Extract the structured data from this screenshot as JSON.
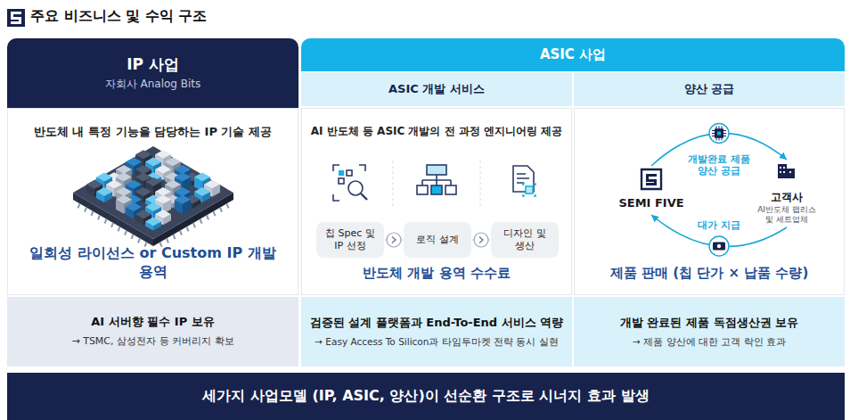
{
  "diagram": {
    "title": "주요 비즈니스 및 수익 구조",
    "nodes": [
      {
        "text": [
          "IP 사업",
          "자회사 Analog Bits"
        ]
      },
      {
        "text": [
          "반도체 내 특정 기능을 담당하는 IP 기술 제공",
          "일회성 라이선스 or Custom IP 개발 용역"
        ]
      },
      {
        "text": [
          "AI 서버향 필수 IP 보유",
          "→ TSMC, 삼성전자 등 커버리지 확보"
        ]
      },
      {
        "text": [
          "ASIC 사업"
        ]
      },
      {
        "text": [
          "ASIC 개발 서비스"
        ]
      },
      {
        "text": [
          "양산 공급"
        ]
      },
      {
        "text": [
          "AI 반도체 등 ASIC 개발의 전 과정 엔지니어링 제공",
          "반도체 개발 용역 수수료"
        ]
      },
      {
        "text": [
          "칩 Spec 및 IP 선정"
        ],
        "in": 6
      },
      {
        "text": [
          "로직 설계"
        ],
        "in": 6
      },
      {
        "text": [
          "디자인 및 생산"
        ],
        "in": 6
      },
      {
        "text": [
          "제품 판매 (칩 단가 × 납품 수량)"
        ]
      },
      {
        "text": [
          "SEMI FIVE"
        ],
        "in": 10
      },
      {
        "text": [
          "고객사",
          "AI반도체 팹리스 및 세트업체"
        ],
        "in": 10
      },
      {
        "text": [
          "검증된 설계 플랫폼과 End-To-End 서비스 역량",
          "→ Easy Access To Silicon과 타임투마켓 전략 동시 실현"
        ]
      },
      {
        "text": [
          "개발 완료된 제품 독점생산권 보유",
          "→ 제품 양산에 대한 고객 락인 효과"
        ]
      },
      {
        "text": [
          "세가지 사업모델 (IP, ASIC, 양산)이 선순환 구조로 시너지 효과 발생"
        ]
      }
    ],
    "edges": [
      {
        "from": 7,
        "to": 8,
        "arrow": "to"
      },
      {
        "from": 8,
        "to": 9,
        "arrow": "to"
      },
      {
        "from": 11,
        "to": 12,
        "label": "개발완료 제품 양산 공급",
        "arrow": "to"
      },
      {
        "from": 12,
        "to": 11,
        "label": "대가 지급",
        "arrow": "to"
      }
    ]
  }
}
